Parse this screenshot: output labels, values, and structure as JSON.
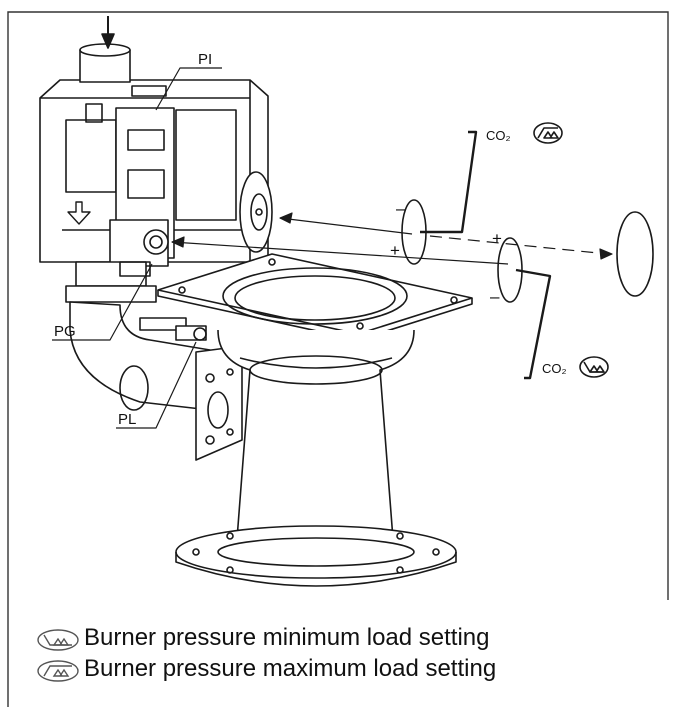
{
  "labels": {
    "pi": "PI",
    "pg": "PG",
    "pl": "PL",
    "co2_top": "CO₂",
    "co2_bottom": "CO₂",
    "plus_left": "+",
    "minus_left": "–",
    "plus_right": "+",
    "minus_right": "–"
  },
  "legend": {
    "min_load": "Burner pressure minimum load setting",
    "max_load": "Burner pressure maximum load setting"
  },
  "icons": [
    "min-load-icon",
    "max-load-icon",
    "flow-arrow-icon"
  ],
  "colors": {
    "line": "#1a1a1a",
    "frame": "#333333"
  }
}
